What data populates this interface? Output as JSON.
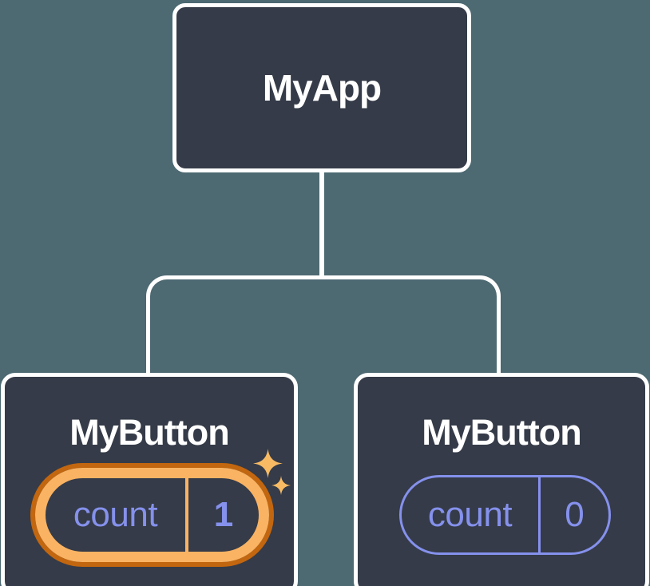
{
  "tree": {
    "root": {
      "label": "MyApp"
    },
    "children": [
      {
        "label": "MyButton",
        "state": {
          "key": "count",
          "value": "1"
        },
        "highlighted": true,
        "highlight_icon": "sparkle-icon"
      },
      {
        "label": "MyButton",
        "state": {
          "key": "count",
          "value": "0"
        },
        "highlighted": false
      }
    ]
  },
  "colors": {
    "background": "#4d6972",
    "node_fill": "#353b48",
    "node_border": "#ffffff",
    "label_text": "#ffffff",
    "state_text": "#8591ec",
    "state_outline": "#8591ec",
    "highlight_ring_outer": "#c2660f",
    "highlight_ring_inner": "#fab363",
    "sparkle": "#f8bb64"
  }
}
